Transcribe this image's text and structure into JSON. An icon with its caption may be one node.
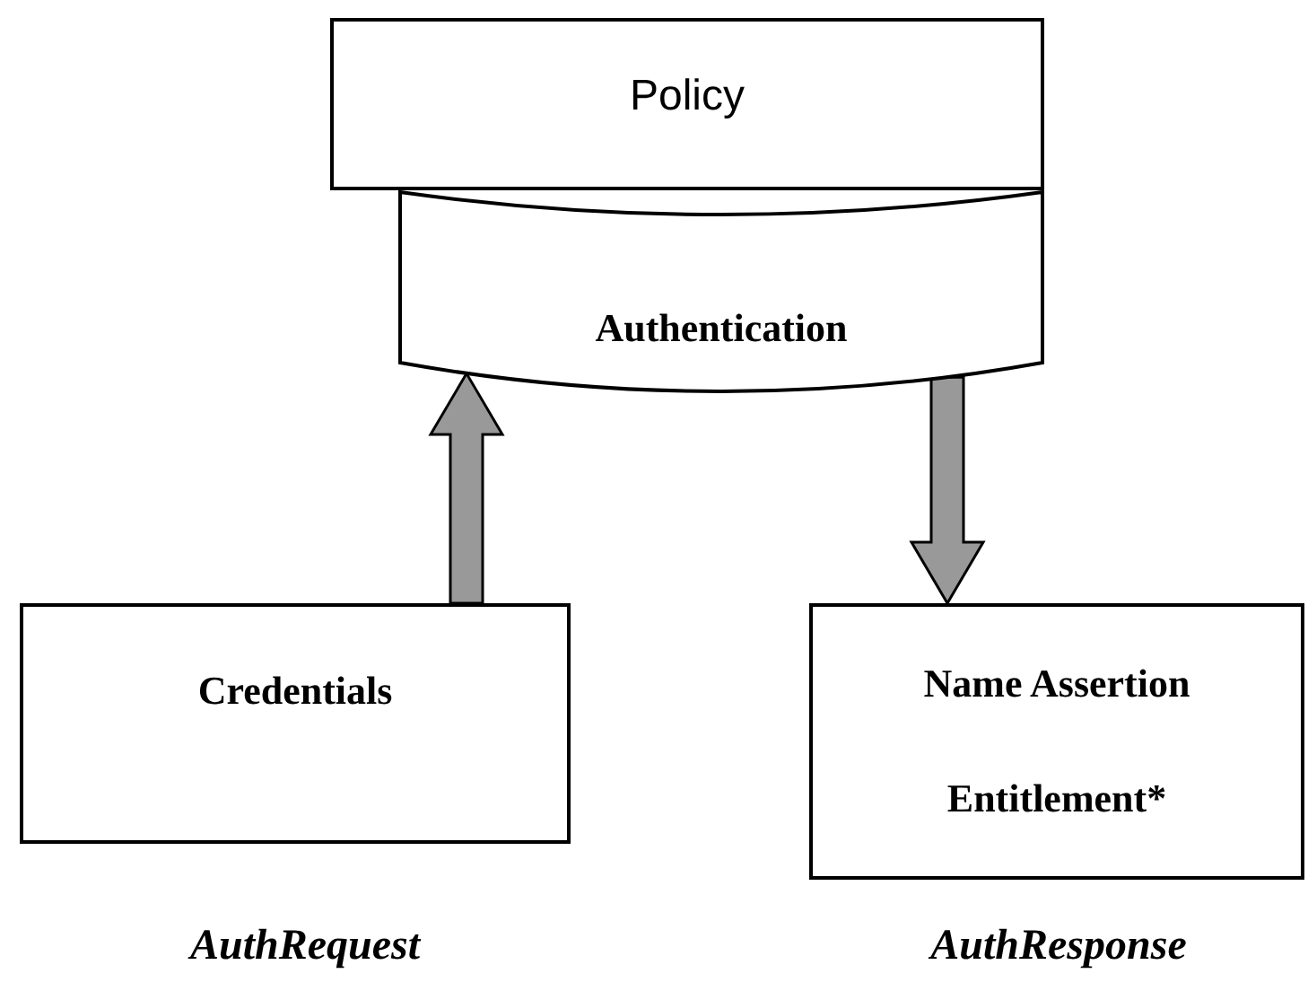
{
  "diagram": {
    "nodes": [
      {
        "text": [
          "Policy"
        ]
      },
      {
        "text": [
          "Authentication"
        ]
      },
      {
        "text": [
          "Credentials"
        ],
        "beside": [
          "AuthRequest"
        ]
      },
      {
        "text": [
          "Name Assertion",
          "Entitlement*"
        ],
        "beside": [
          "AuthResponse"
        ]
      }
    ],
    "edges": [
      {
        "from": 2,
        "to": 1,
        "arrow": "to",
        "style": "thick"
      },
      {
        "from": 1,
        "to": 3,
        "arrow": "to",
        "style": "thick"
      }
    ]
  }
}
